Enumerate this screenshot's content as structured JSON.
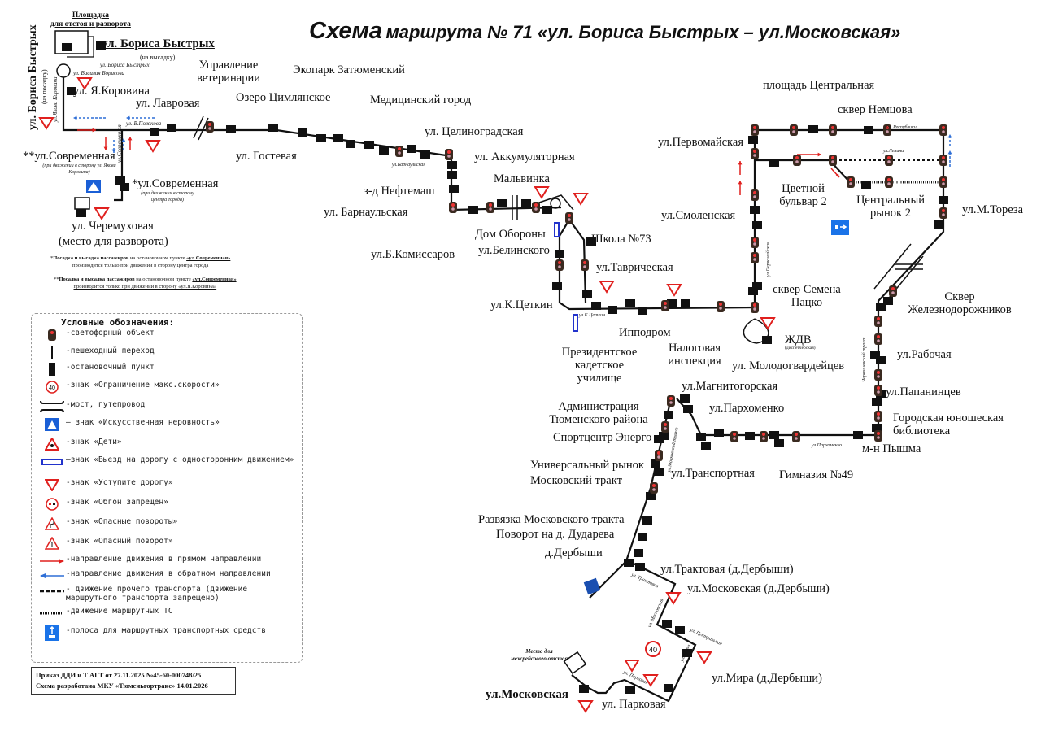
{
  "title": {
    "word": "Схема",
    "rest": "маршрута № 71 «ул. Бориса Быстрых – ул.Московская»"
  },
  "terminal": {
    "parking_line1": "Площадка",
    "parking_line2": "для отстоя и разворота",
    "start_name": "ул. Бориса Быстрых",
    "start_note": "(на высадку)",
    "start_vertical": "ул. Бориса Быстрых",
    "start_vertical_note": "(на посадку)",
    "end_name": "ул.Московская",
    "end_parking": "Место для межрейсового отстоя"
  },
  "stops": [
    "ул. Я.Коровина",
    "ул. Лавровая",
    "Управление ветеринарии",
    "Озеро Цимлянское",
    "Экопарк Затюменский",
    "Медицинский город",
    "ул. Гостевая",
    "ул. Барнаульская",
    "з-д Нефтемаш",
    "ул. Целиноградская",
    "ул. Аккумуляторная",
    "Мальвинка",
    "ул.Б.Комиссаров",
    "Дом Обороны",
    "ул.Белинского",
    "Школа №73",
    "ул.Таврическая",
    "ул.К.Цеткин",
    "Ипподром",
    "Президентское кадетское училище",
    "Налоговая инспекция",
    "ул.Первомайская",
    "ул.Смоленская",
    "площадь Центральная",
    "сквер Немцова",
    "Цветной бульвар 2",
    "Центральный рынок 2",
    "ул.М.Тореза",
    "сквер Семена Пацко",
    "ЖДВ",
    "ул. Молодогвардейцев",
    "Сквер Железнодорожников",
    "ул.Рабочая",
    "ул.Папанинцев",
    "Городская юношеская библиотека",
    "м-н Пышма",
    "ул.Магнитогорская",
    "ул.Пархоменко",
    "ул.Транспортная",
    "Гимназия №49",
    "Администрация Тюменского района",
    "Спортцентр Энерго",
    "Универсальный рынок",
    "Московский тракт",
    "Развязка Московского тракта",
    "Поворот на д. Дударева",
    "д.Дербыши",
    "ул.Трактовая (д.Дербыши)",
    "ул.Московская (д.Дербыши)",
    "ул.Мира (д.Дербыши)",
    "ул. Парковая",
    "**ул.Современная",
    "*ул.Современная",
    "ул. Черемуховая",
    "(место для разворота)"
  ],
  "stop_notes": {
    "zhdv": "(диспетчерская)",
    "sovr_2": "(при движении в сторону ул. Якова Коровина)",
    "sovr_1": "(при движении в сторону центра города)"
  },
  "streets": {
    "b_bystrykh": "ул. Бориса Быстрых",
    "v_borisova": "ул. Василия Борисова",
    "ya_korovina": "ул.Якова Коровина",
    "v_polyakova": "ул. В.Полякова",
    "sovremennaya": "ул.Современная",
    "barnaulskaya": "ул.Барнаульская",
    "k_tsetkin": "ул.К.Цеткин",
    "respubliki": "ул. Республики",
    "lenina": "ул.Ленина",
    "pervomayskaya": "ул.Первомайская",
    "chervishevsky": "Червишевский тракт",
    "parkhomenko": "ул.Пархоменко",
    "moskovsky_trakt": "ул.Московский тракт",
    "traktovaya": "ул. Трактовая",
    "moskovskaya": "ул. Московская",
    "tsentralnaya": "ул. Центральная",
    "mira": "ул. Мира",
    "parkovaya": "ул. Парковая"
  },
  "notes": [
    {
      "star": "*",
      "bold": "Посадка и высадка пассажиров",
      "text": " на остановочном пункте ",
      "stop": "«ул.Современная»",
      "line2": "производится только при движении в сторону центра города"
    },
    {
      "star": "**",
      "bold": "Посадка и высадка пассажиров",
      "text": " на остановочном пункте ",
      "stop": "«ул.Современная»",
      "line2": "производится только при движении в сторону «ул.Я.Коровина»"
    }
  ],
  "legend": {
    "heading": "Условные обозначения:",
    "items": [
      {
        "icon": "traffic-light-icon",
        "label": "-светофорный объект"
      },
      {
        "icon": "crosswalk-icon",
        "label": "-пешеходный переход"
      },
      {
        "icon": "bus-stop-icon",
        "label": "-остановочный пункт"
      },
      {
        "icon": "speed-limit-icon",
        "label": "-знак «Ограничение макс.скорости»",
        "value": "40"
      },
      {
        "icon": "bridge-icon",
        "label": "-мост, путепровод"
      },
      {
        "icon": "speed-bump-sign-icon",
        "label": "– знак «Искусственная неровность»"
      },
      {
        "icon": "children-sign-icon",
        "label": "-знак «Дети»"
      },
      {
        "icon": "one-way-exit-sign-icon",
        "label": "–знак «Выезд на дорогу с односторонним движением»"
      },
      {
        "icon": "yield-sign-icon",
        "label": "-знак «Уступите дорогу»"
      },
      {
        "icon": "no-overtaking-sign-icon",
        "label": "-знак «Обгон запрещен»"
      },
      {
        "icon": "dangerous-turns-sign-icon",
        "label": "-знак «Опасные повороты»"
      },
      {
        "icon": "dangerous-turn-sign-icon",
        "label": "-знак «Опасный поворот»"
      },
      {
        "icon": "forward-arrow-icon",
        "label": "-направление движения в прямом направлении"
      },
      {
        "icon": "reverse-arrow-icon",
        "label": "-направление движения в обратном направлении"
      },
      {
        "icon": "dashed-line-icon",
        "label": "- движение прочего транспорта (движение маршрутного транспорта запрещено)"
      },
      {
        "icon": "route-line-icon",
        "label": "-движение маршрутных ТС"
      },
      {
        "icon": "bus-lane-sign-icon",
        "label": "-полоса для маршрутных транспортных средств"
      }
    ]
  },
  "footer": {
    "line1": "Приказ ДДИ и Т АГТ от 27.11.2025 №45-60-000748/25",
    "line2": "Схема разработана МКУ «Тюменьгортранс» 14.01.2026"
  },
  "speed_limit_value": "40",
  "colors": {
    "route": "#111111",
    "sign_red": "#e0201e",
    "forward_arrow": "#e0201e",
    "reverse_arrow": "#2f6fd6",
    "sign_blue": "#1a73e8"
  }
}
